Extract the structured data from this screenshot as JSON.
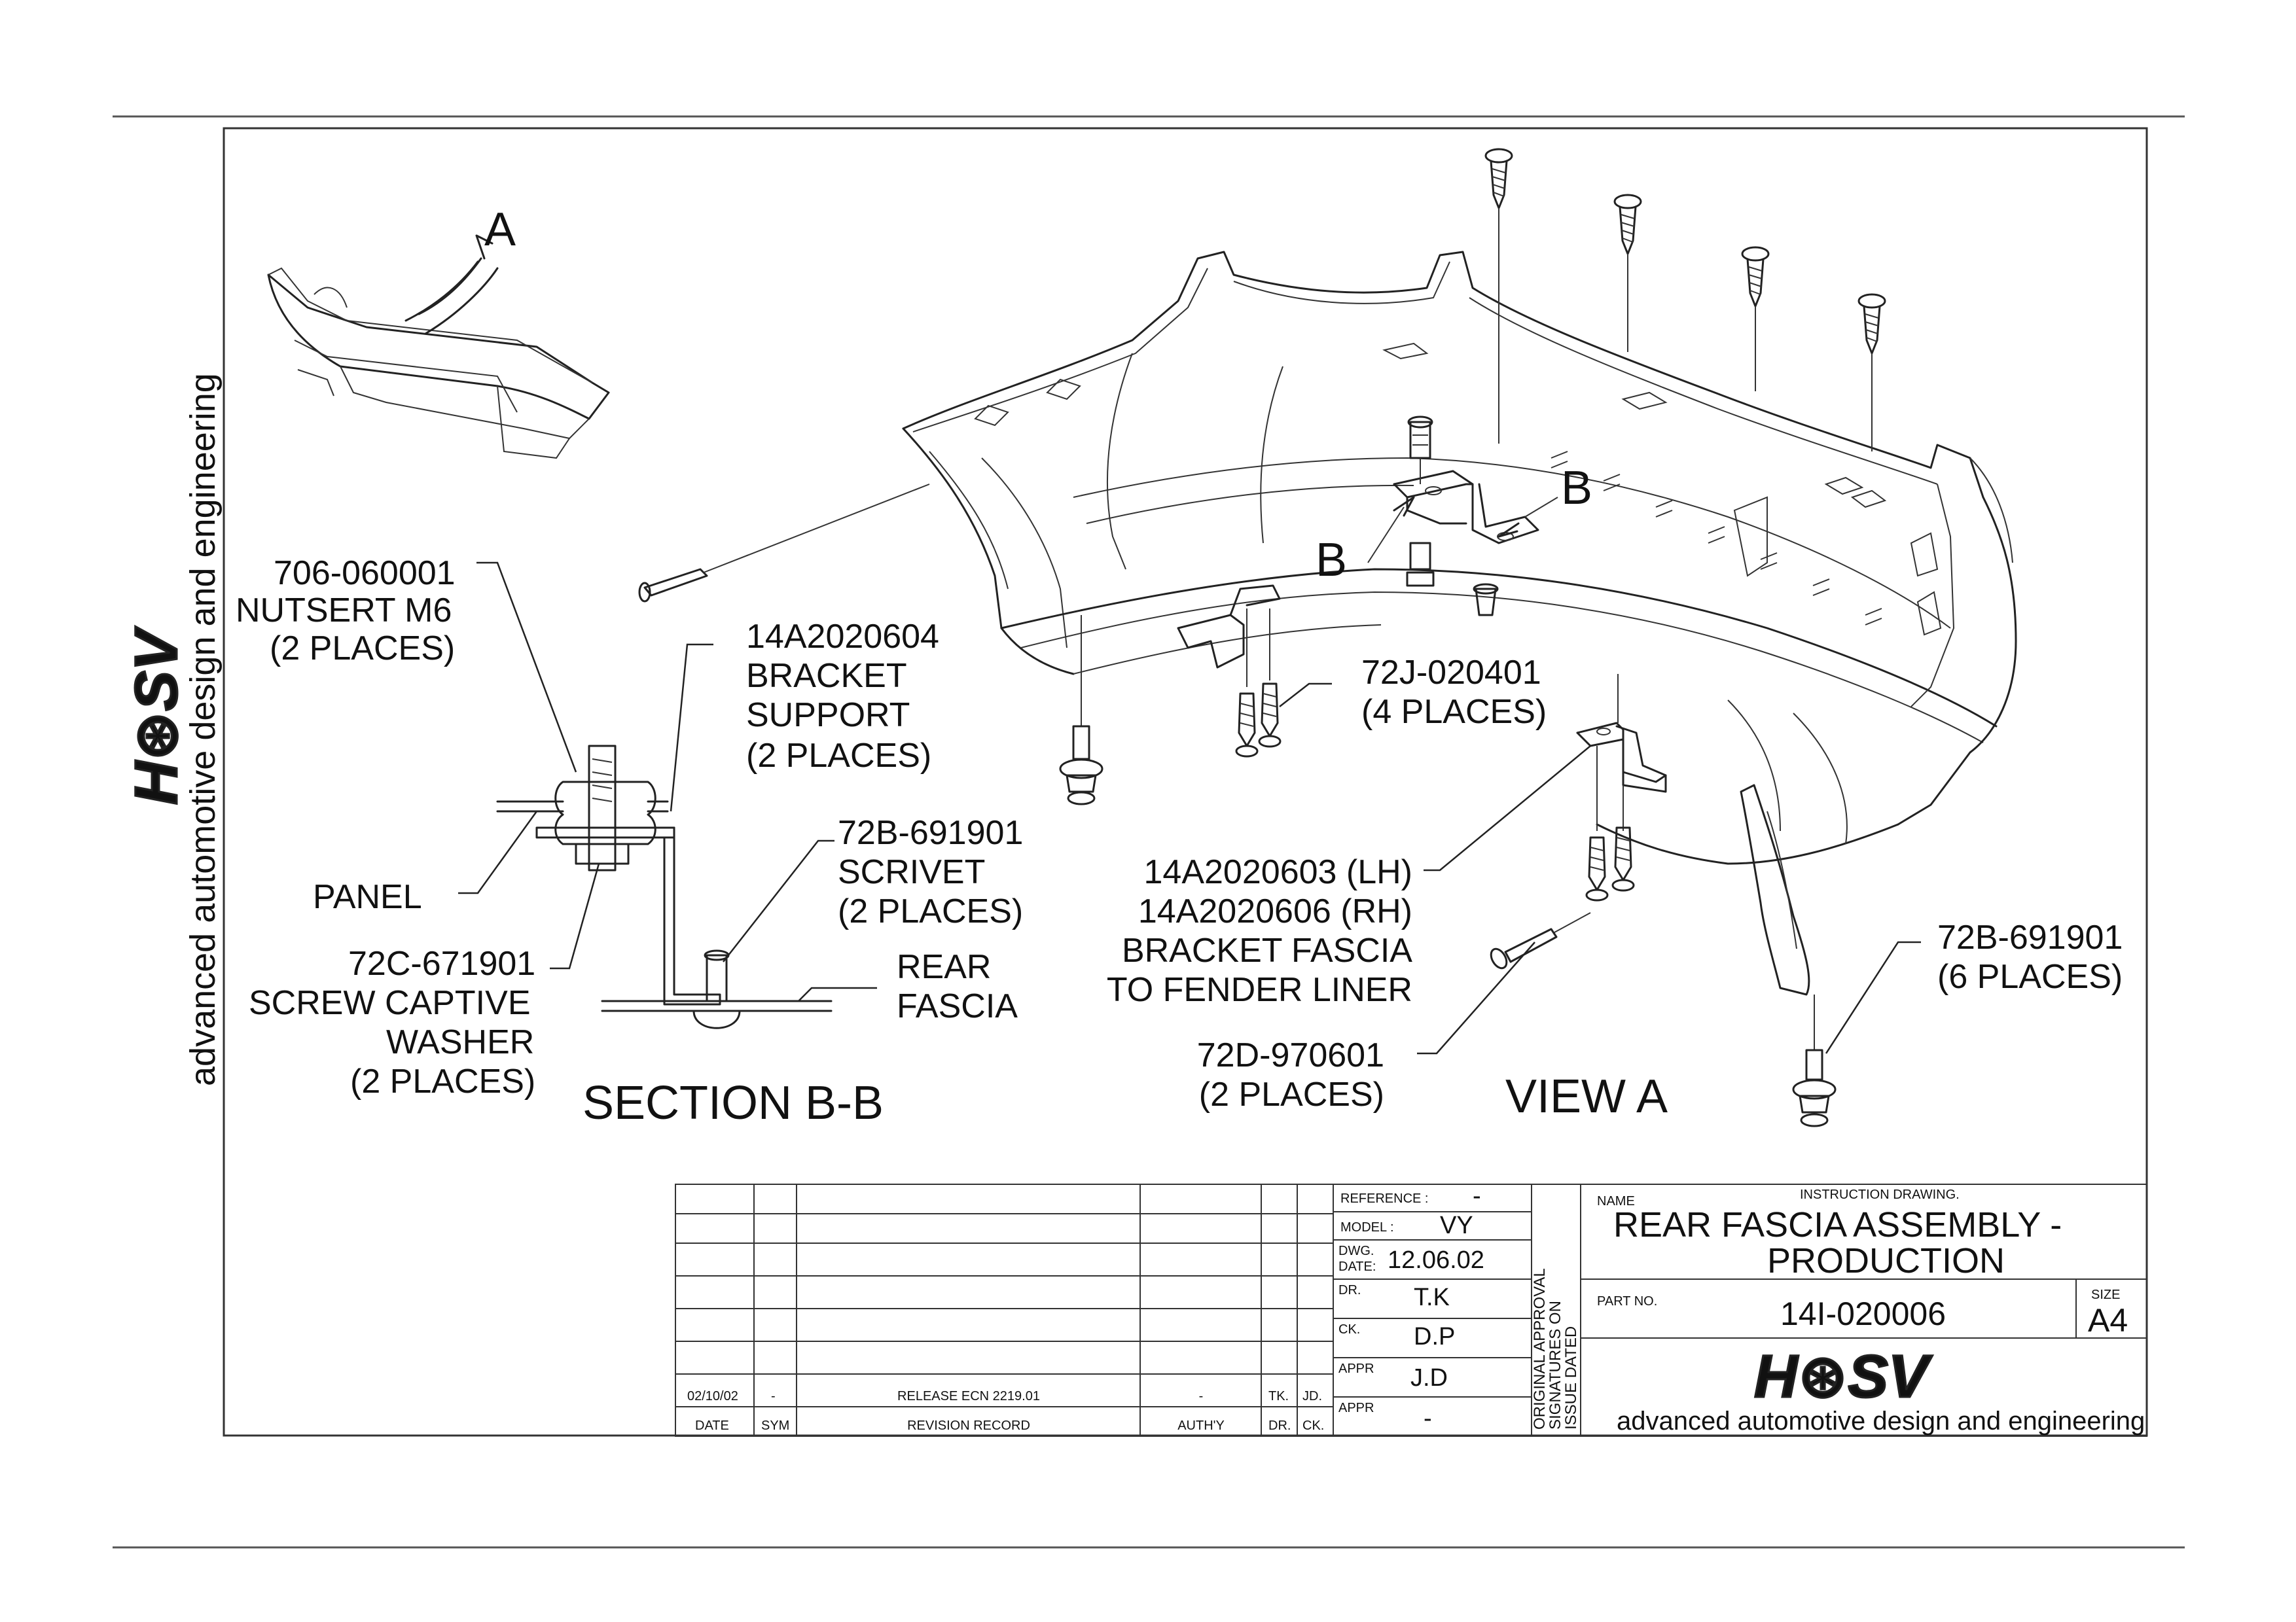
{
  "sidebar": {
    "tagline": "advanced automotive design and engineering",
    "logo": "H⊛SV"
  },
  "views": {
    "view_a_marker": "A",
    "section_marker_left": "B",
    "section_marker_right": "B",
    "section_title": "SECTION B-B",
    "view_title": "VIEW A"
  },
  "callouts": {
    "nutsert": [
      "706-060001",
      "NUTSERT M6",
      "(2 PLACES)"
    ],
    "bracket_support": [
      "14A2020604",
      "BRACKET",
      "SUPPORT",
      "(2 PLACES)"
    ],
    "scrivet_section": [
      "72B-691901",
      "SCRIVET",
      "(2 PLACES)"
    ],
    "panel": "PANEL",
    "screw_captive": [
      "72C-671901",
      "SCREW CAPTIVE",
      "WASHER",
      "(2 PLACES)"
    ],
    "rear_fascia": [
      "REAR",
      "FASCIA"
    ],
    "screw_72j": [
      "72J-020401",
      "(4 PLACES)"
    ],
    "bracket_fascia": [
      "14A2020603 (LH)",
      "14A2020606 (RH)",
      "BRACKET FASCIA",
      "TO FENDER LINER"
    ],
    "screw_72d": [
      "72D-970601",
      "(2 PLACES)"
    ],
    "scrivet_view": [
      "72B-691901",
      "(6 PLACES)"
    ]
  },
  "revision": {
    "headers": [
      "DATE",
      "SYM",
      "REVISION RECORD",
      "AUTH'Y",
      "DR.",
      "CK."
    ],
    "rows": [
      {
        "date": "02/10/02",
        "sym": "-",
        "record": "RELEASE ECN 2219.01",
        "auth": "-",
        "dr": "TK.",
        "ck": "JD."
      }
    ]
  },
  "title_block": {
    "reference_label": "REFERENCE :",
    "reference_value": "-",
    "model_label": "MODEL :",
    "model_value": "VY",
    "dwg_date_label_1": "DWG.",
    "dwg_date_label_2": "DATE:",
    "dwg_date_value": "12.06.02",
    "dr_label": "DR.",
    "dr_value": "T.K",
    "ck_label": "CK.",
    "ck_value": "D.P",
    "appr_label": "APPR",
    "appr_value": "J.D",
    "appr2_label": "APPR",
    "appr2_value": "-",
    "signature_note": [
      "ORIGINAL APPROVAL",
      "SIGNATURES ON",
      "ISSUE DATED"
    ],
    "name_label": "NAME",
    "drawing_type": "INSTRUCTION DRAWING.",
    "name_line_1": "REAR FASCIA  ASSEMBLY -",
    "name_line_2": "PRODUCTION",
    "part_no_label": "PART NO.",
    "part_no_value": "14I-020006",
    "size_label": "SIZE",
    "size_value": "A4",
    "logo": "H⊛SV",
    "tagline": "advanced automotive design and engineering"
  }
}
